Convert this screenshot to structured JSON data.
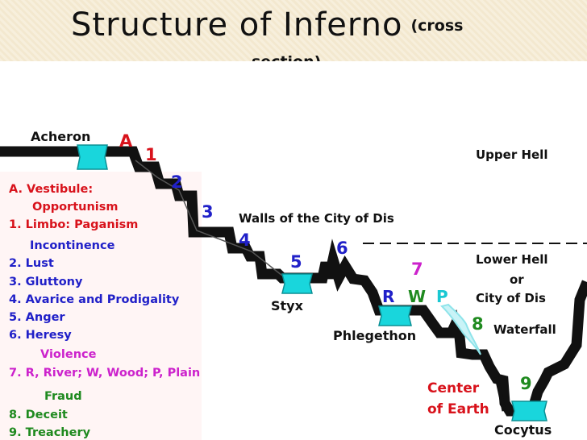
{
  "title": {
    "main": "Structure of Inferno",
    "small": "(cross",
    "line2": "section)"
  },
  "rivers": {
    "acheron": "Acheron",
    "styx": "Styx",
    "phlegethon": "Phlegethon",
    "cocytus": "Cocytus"
  },
  "markers": {
    "a": "A",
    "n1": "1",
    "n2": "2",
    "n3": "3",
    "n4": "4",
    "n5": "5",
    "n6": "6",
    "n7": "7",
    "n8": "8",
    "n9": "9",
    "r": "R",
    "w": "W",
    "p": "P"
  },
  "regions": {
    "upper_hell": "Upper Hell",
    "walls": "Walls of the City of Dis",
    "lower_hell": "Lower Hell",
    "or": "or",
    "city_of_dis": "City of Dis",
    "waterfall": "Waterfall",
    "center_line1": "Center",
    "center_line2": "of Earth"
  },
  "legend": {
    "vestibule": "A. Vestibule:",
    "opportunism": "Opportunism",
    "limbo": "1. Limbo: Paganism",
    "incontinence": "Incontinence",
    "lust": "2. Lust",
    "gluttony": "3. Gluttony",
    "avarice": "4. Avarice and Prodigality",
    "anger": "5. Anger",
    "heresy": "6. Heresy",
    "violence": "Violence",
    "rwp": "7. R, River; W, Wood; P, Plain",
    "fraud": "Fraud",
    "deceit": "8. Deceit",
    "treachery": "9. Treachery"
  },
  "colors": {
    "accent_red": "#d8121b",
    "label_blue": "#2020c8",
    "label_purple": "#cc22cc",
    "label_green": "#1f8a1f",
    "river_cyan": "#19d6dc"
  }
}
